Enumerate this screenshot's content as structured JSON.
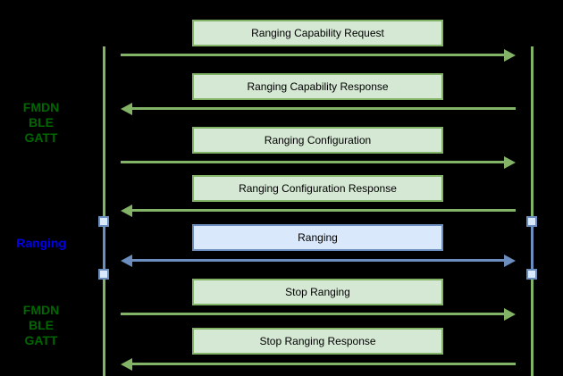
{
  "messages": [
    {
      "label": "Ranging Capability Request",
      "direction": "right",
      "scheme": "green"
    },
    {
      "label": "Ranging Capability Response",
      "direction": "left",
      "scheme": "green"
    },
    {
      "label": "Ranging Configuration",
      "direction": "right",
      "scheme": "green"
    },
    {
      "label": "Ranging Configuration Response",
      "direction": "left",
      "scheme": "green"
    },
    {
      "label": "Ranging",
      "direction": "both",
      "scheme": "blue"
    },
    {
      "label": "Stop Ranging",
      "direction": "right",
      "scheme": "green"
    },
    {
      "label": "Stop Ranging Response",
      "direction": "left",
      "scheme": "green"
    }
  ],
  "side_labels": [
    {
      "lines": [
        "FMDN",
        "BLE",
        "GATT"
      ],
      "color": "#006600"
    },
    {
      "lines": [
        "Ranging"
      ],
      "color": "#0000EE"
    },
    {
      "lines": [
        "FMDN",
        "BLE",
        "GATT"
      ],
      "color": "#006600"
    }
  ],
  "colors": {
    "background": "#000000",
    "green_fill": "#d5e8d4",
    "green_stroke": "#82b366",
    "blue_fill": "#dae8fc",
    "blue_stroke": "#6c8ebf",
    "green_label_text": "#006600",
    "blue_label_text": "#0000EE",
    "message_text": "#000000"
  }
}
